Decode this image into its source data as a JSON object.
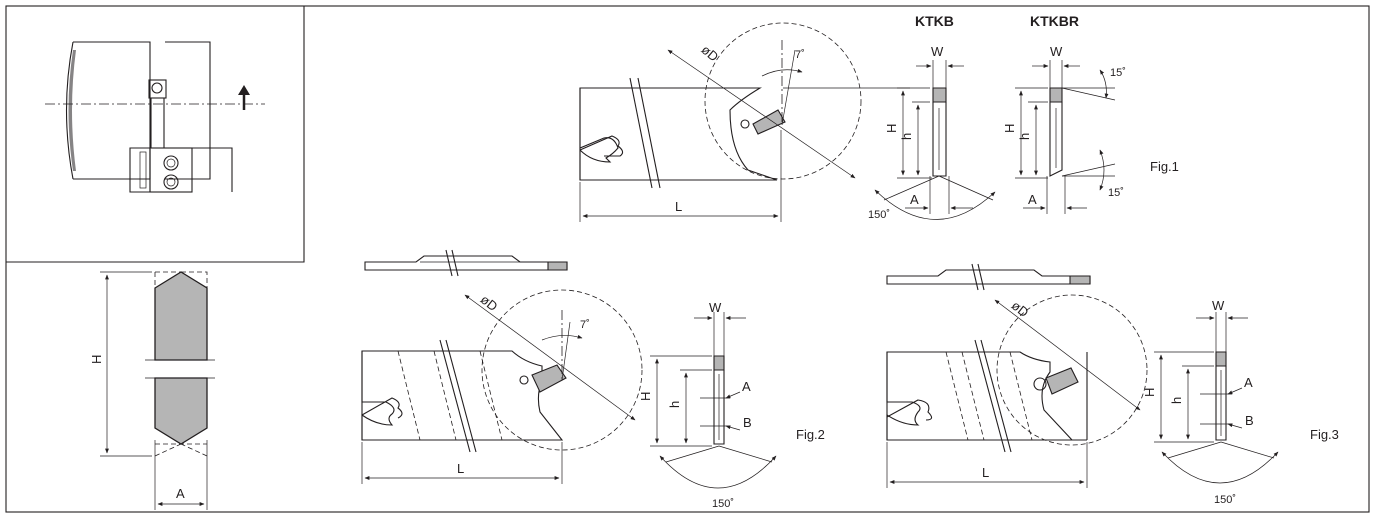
{
  "labels": {
    "series_ktkb": "KTKB",
    "series_ktkbr": "KTKBR",
    "fig1": "Fig.1",
    "fig2": "Fig.2",
    "fig3": "Fig.3",
    "dim_diameter": "øD",
    "dim_L": "L",
    "dim_H": "H",
    "dim_h": "h",
    "dim_W": "W",
    "dim_A": "A",
    "dim_B": "B",
    "angle_7": "7˚",
    "angle_15": "15˚",
    "angle_150": "150˚"
  },
  "colors": {
    "line": "#231f20",
    "insert_fill": "#b5b5b5",
    "background": "#ffffff"
  }
}
